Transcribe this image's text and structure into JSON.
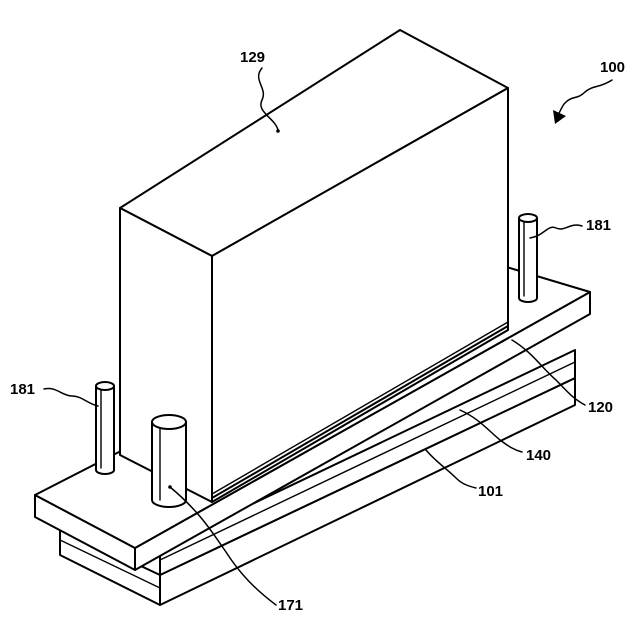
{
  "labels": {
    "assembly": "100",
    "top_block": "129",
    "pin_right": "181",
    "pin_left": "181",
    "layer_120": "120",
    "layer_140": "140",
    "base_101": "101",
    "post_171": "171"
  }
}
